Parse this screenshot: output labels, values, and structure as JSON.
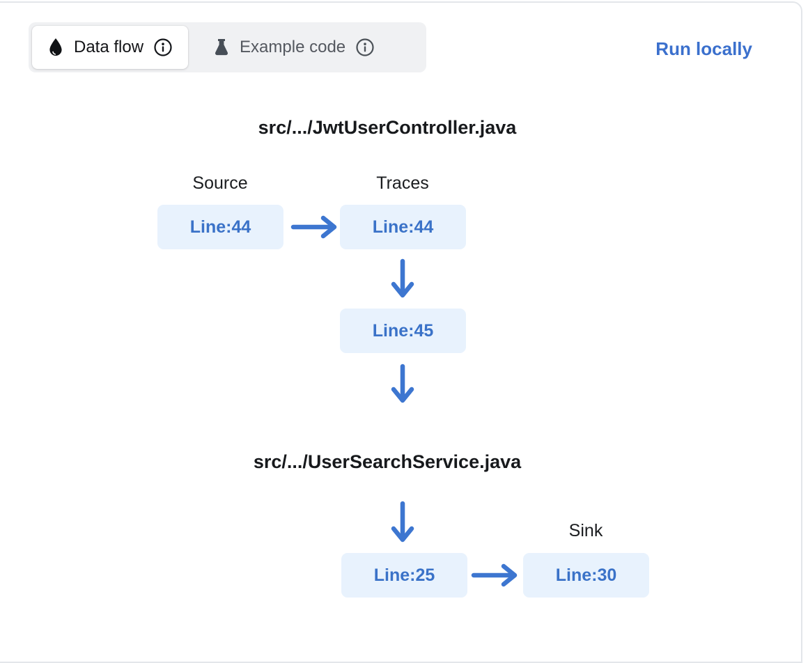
{
  "tabs": {
    "data_flow": {
      "label": "Data flow",
      "icon": "droplet-icon",
      "active": true
    },
    "example_code": {
      "label": "Example code",
      "icon": "flask-icon",
      "active": false
    }
  },
  "header": {
    "run_locally_label": "Run locally"
  },
  "flow": {
    "files": {
      "file1": "src/.../JwtUserController.java",
      "file2": "src/.../UserSearchService.java"
    },
    "labels": {
      "source": "Source",
      "traces": "Traces",
      "sink": "Sink"
    },
    "nodes": {
      "source": "Line:44",
      "trace1": "Line:44",
      "trace2": "Line:45",
      "trace3": "Line:25",
      "sink": "Line:30"
    }
  },
  "colors": {
    "accent_blue": "#3d76d0",
    "chip_text_blue": "#3a72c8",
    "chip_background": "#e8f2fd",
    "link_blue": "#3b70cd",
    "tabbar_background": "#f0f1f3",
    "card_border": "#e3e6ea"
  }
}
